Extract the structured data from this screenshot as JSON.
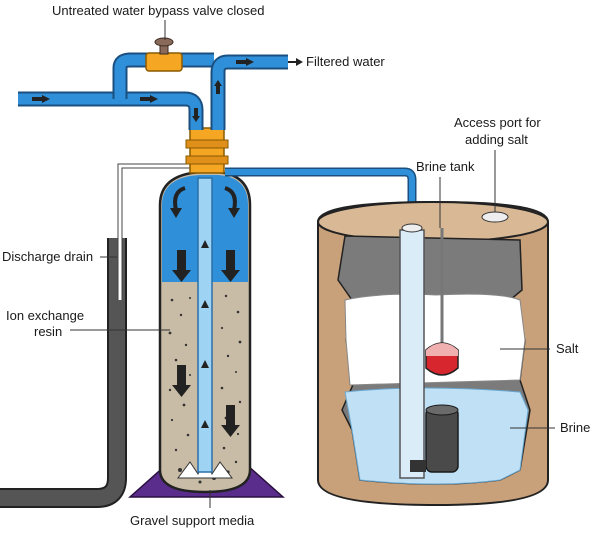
{
  "labels": {
    "bypass_valve": "Untreated water bypass valve closed",
    "filtered_water": "Filtered water",
    "access_port_line1": "Access port for",
    "access_port_line2": "adding salt",
    "brine_tank": "Brine tank",
    "discharge_drain": "Discharge drain",
    "ion_exchange_line1": "Ion exchange",
    "ion_exchange_line2": "resin",
    "salt": "Salt",
    "brine": "Brine",
    "gravel_support": "Gravel support media"
  },
  "colors": {
    "pipe_blue": "#2f8fd8",
    "valve_orange": "#f5a623",
    "valve_knob": "#8a6a5a",
    "resin_tan": "#c9bca6",
    "tank_outer": "#c8a17a",
    "tank_inner": "#7b7b7b",
    "salt_white": "#ffffff",
    "brine_water": "#bfe0f5",
    "float_red": "#d8262f",
    "base_purple": "#5a2d8c",
    "drain_pipe": "#555555",
    "arrow_dark": "#222222"
  }
}
